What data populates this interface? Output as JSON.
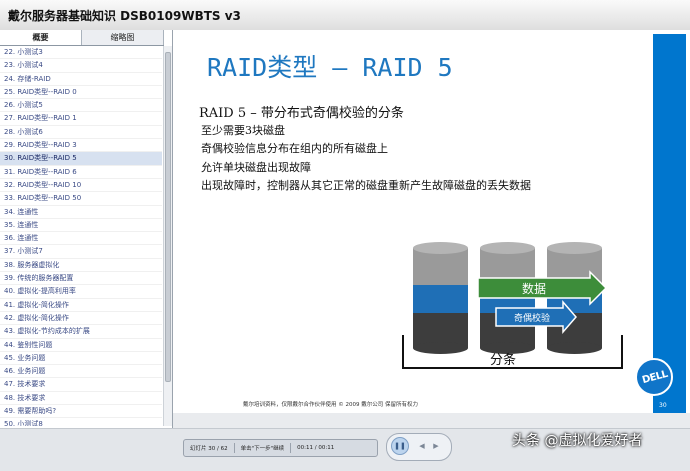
{
  "window": {
    "title": "戴尔服务器基础知识 DSB0109WBTS v3"
  },
  "sidebar": {
    "tabs": [
      "概要",
      "缩略图"
    ],
    "items": [
      "22. 小测试3",
      "23. 小测试4",
      "24. 存储-RAID",
      "25. RAID类型--RAID 0",
      "26. 小测试5",
      "27. RAID类型--RAID 1",
      "28. 小测试6",
      "29. RAID类型--RAID 3",
      "30. RAID类型--RAID 5",
      "31. RAID类型--RAID 6",
      "32. RAID类型--RAID 10",
      "33. RAID类型--RAID 50",
      "34. 连通性",
      "35. 连通性",
      "36. 连通性",
      "37. 小测试7",
      "38. 服务器虚拟化",
      "39. 传统的服务器配置",
      "40. 虚拟化-提高利用率",
      "41. 虚拟化-简化操作",
      "42. 虚拟化-简化操作",
      "43. 虚拟化-节约成本的扩展",
      "44. 鉴别性问题",
      "45. 业务问题",
      "46. 业务问题",
      "47. 技术要求",
      "48. 技术要求",
      "49. 需要帮助吗?",
      "50. 小测试8"
    ],
    "selected_index": 8
  },
  "slide": {
    "title": "RAID类型 – RAID 5",
    "heading": "RAID 5 – 带分布式奇偶校验的分条",
    "bullets": [
      "至少需要3块磁盘",
      "奇偶校验信息分布在组内的所有磁盘上",
      "允许单块磁盘出现故障",
      "出现故障时，控制器从其它正常的磁盘重新产生故障磁盘的丢失数据"
    ],
    "diagram": {
      "data_label": "数据",
      "parity_label": "奇偶校验",
      "stripe_label": "分条"
    },
    "footer": "戴尔培训资料，仅限戴尔合作伙伴使用   © 2009 戴尔公司   保留所有权力",
    "page_number": "30",
    "logo_text": "DELL"
  },
  "player": {
    "slide_counter": "幻灯片 30 / 62",
    "hint": "单击\"下一步\"继续",
    "time": "00:11 / 00:11"
  },
  "watermark": "头条 @虚拟化爱好者",
  "colors": {
    "accent_blue": "#0076ce",
    "arrow_green": "#3d8d3a",
    "disk_gray": "#9a9a9a",
    "disk_blue": "#1f6fb6",
    "disk_dark": "#3d3d3d"
  }
}
